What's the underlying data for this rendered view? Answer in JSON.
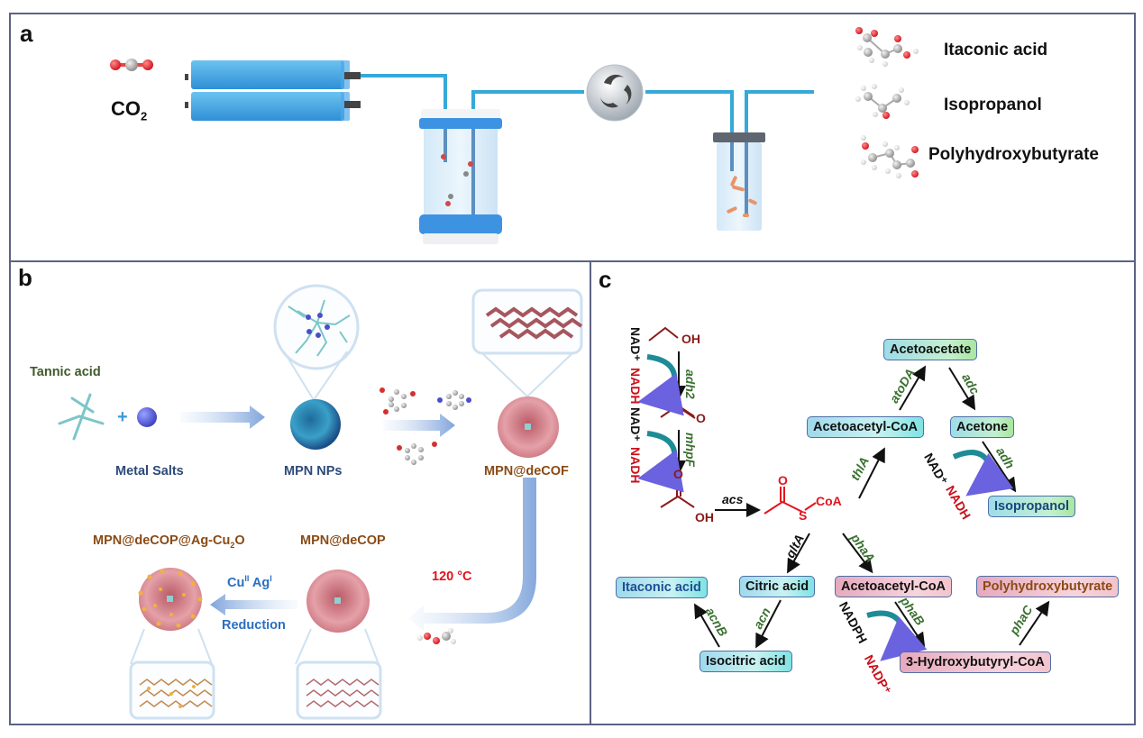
{
  "panels": {
    "a": {
      "label": "a",
      "co2_label": "CO",
      "co2_sub": "2",
      "products": [
        {
          "name": "Itaconic acid"
        },
        {
          "name": "Isopropanol"
        },
        {
          "name": "Polyhydroxybutyrate"
        }
      ]
    },
    "b": {
      "label": "b",
      "tannic_acid": "Tannic acid",
      "plus": "+",
      "metal_salts": "Metal Salts",
      "mpn_nps": "MPN NPs",
      "mpn_decof": "MPN@deCOF",
      "temperature": "120 °C",
      "mpn_decop": "MPN@deCOP",
      "mpn_decop_ag_cu2o": "MPN@deCOP@Ag-Cu",
      "mpn_decop_ag_cu2o_sub": "2",
      "mpn_decop_ag_cu2o_tail": "O",
      "cu_label": "Cu",
      "cu_sup": "II",
      "ag_label": " Ag",
      "ag_sup": "I",
      "reduction": "Reduction"
    },
    "c": {
      "label": "c",
      "ethanol_oh": "OH",
      "acetaldehyde_o": "O",
      "acetate_o": "O",
      "acetate_oh": "OH",
      "acetylcoa_o": "O",
      "acetylcoa_s": "S",
      "acetylcoa_coa": "CoA",
      "enzymes": {
        "adh2": "adh2",
        "mhpF": "mhpF",
        "acs": "acs",
        "thlA": "thlA",
        "atoDA": "atoDA",
        "adc": "adc",
        "adh": "adh",
        "gltA": "gltA",
        "acn": "acn",
        "acnB": "acnB",
        "phaA": "phaA",
        "phaB": "phaB",
        "phaC": "phaC"
      },
      "cofactors": {
        "nad_plus_1": "NAD⁺",
        "nadh_1": "NADH",
        "nad_plus_2": "NAD⁺",
        "nadh_2": "NADH",
        "nad_plus_3": "NAD⁺",
        "nadh_3": "NADH",
        "nadph": "NADPH",
        "nadp_plus": "NADP⁺"
      },
      "metabolites": {
        "acetoacetate": "Acetoacetate",
        "acetoacetyl_coa_top": "Acetoacetyl-CoA",
        "acetone": "Acetone",
        "isopropanol": "Isopropanol",
        "itaconic_acid": "Itaconic acid",
        "citric_acid": "Citric acid",
        "isocitric_acid": "Isocitric acid",
        "acetoacetyl_coa_bottom": "Acetoacetyl-CoA",
        "polyhydroxybutyrate": "Polyhydroxybutyrate",
        "hydroxybutyryl_coa": "3-Hydroxybutyryl-CoA"
      }
    }
  },
  "colors": {
    "frame": "#5b6383",
    "pipe": "#35a9d9",
    "brown_label": "#8a4a14",
    "blue_label": "#2e4a7a",
    "green_label": "#3f5a2a",
    "red_label": "#e0141c",
    "reduction_blue": "#2a6fc2",
    "enzyme_green": "#3a7030",
    "cofactor_red": "#c8101a"
  }
}
